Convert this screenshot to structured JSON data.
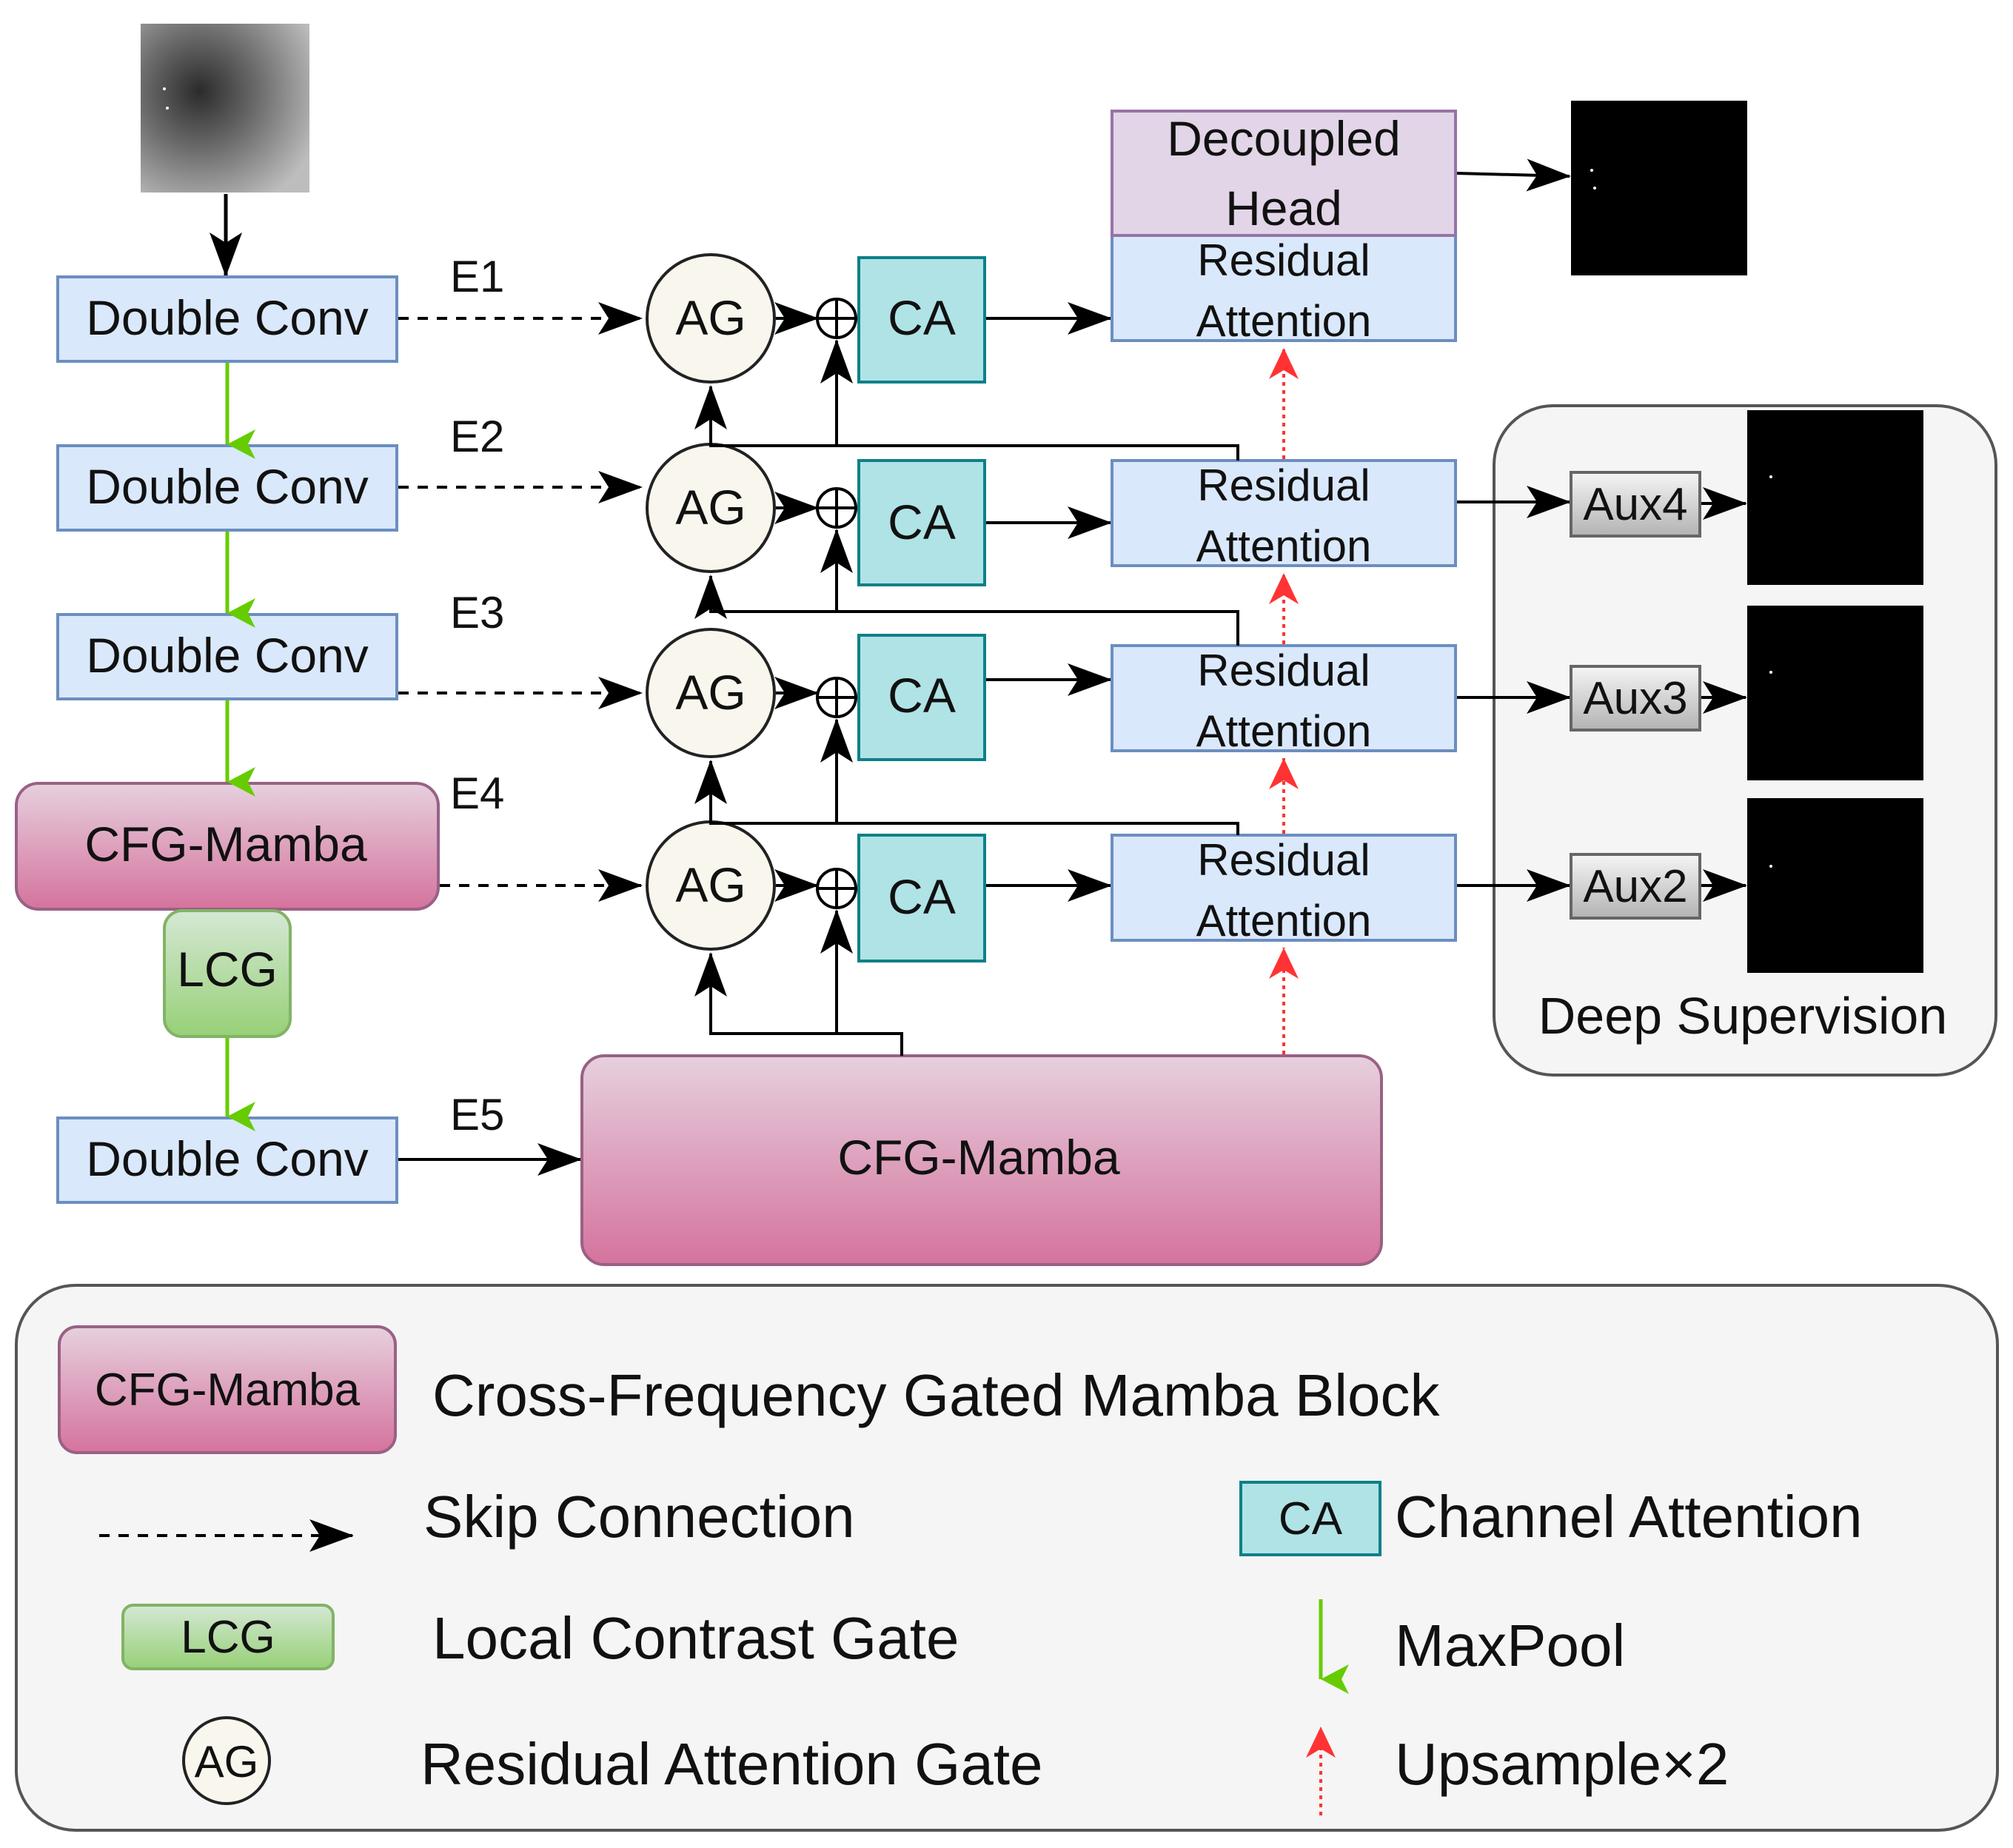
{
  "encoder": {
    "blocks": [
      "Double Conv",
      "Double Conv",
      "Double Conv",
      "CFG-Mamba",
      "Double Conv"
    ],
    "gate": "LCG",
    "labels": [
      "E1",
      "E2",
      "E3",
      "E4",
      "E5"
    ]
  },
  "bottleneck": {
    "label": "CFG-Mamba"
  },
  "decoder": {
    "ag": "AG",
    "ca": "CA",
    "residual_line1": "Residual",
    "residual_line2": "Attention",
    "head_line1": "Decoupled",
    "head_line2": "Head"
  },
  "deep_supervision": {
    "title": "Deep Supervision",
    "aux": [
      "Aux4",
      "Aux3",
      "Aux2"
    ]
  },
  "legend": {
    "cfg_badge": "CFG-Mamba",
    "cfg_text": "Cross-Frequency Gated Mamba Block",
    "skip_text": "Skip Connection",
    "lcg_badge": "LCG",
    "lcg_text": "Local Contrast Gate",
    "ag_badge": "AG",
    "ag_text": "Residual Attention Gate",
    "ca_badge": "CA",
    "ca_text": "Channel Attention",
    "maxpool_text": "MaxPool",
    "upsample_text": "Upsample×2"
  },
  "colors": {
    "blue_fill": "#dae8fc",
    "blue_stroke": "#6c8ebf",
    "pink_top": "#e6d0de",
    "pink_bottom": "#d5739d",
    "pink_stroke": "#996185",
    "green_top": "#d5e8d4",
    "green_bottom": "#97d077",
    "green_stroke": "#82b366",
    "teal_fill": "#b0e3e6",
    "teal_stroke": "#0e8088",
    "purple_fill": "#e1d5e7",
    "purple_stroke": "#9673a6",
    "ag_fill": "#f9f7ed",
    "gray_fill": "#f5f5f5",
    "maxpool_green": "#66cc00",
    "upsample_red": "#ff3333"
  }
}
